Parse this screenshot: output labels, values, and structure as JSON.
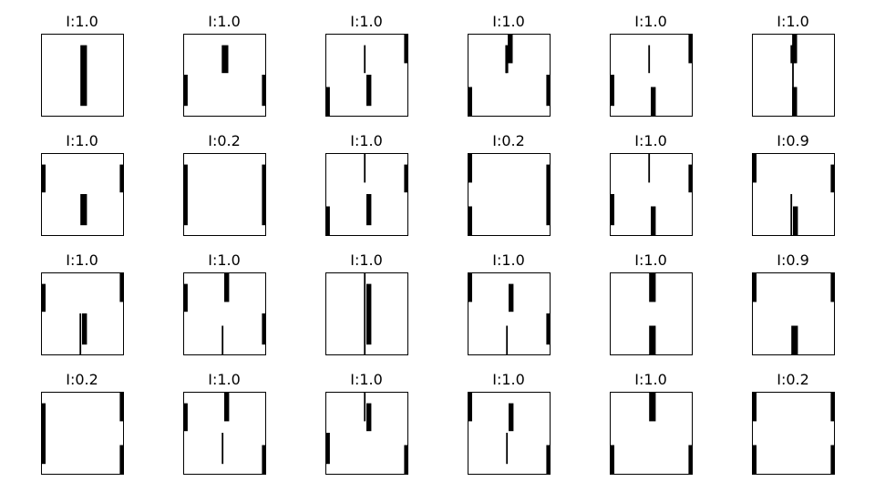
{
  "chart_data": {
    "type": "grid",
    "rows": 4,
    "cols": 6,
    "panel_range": {
      "x": [
        0,
        1
      ],
      "y": [
        0,
        1
      ]
    },
    "axis_ticks": false,
    "colors": {
      "bar": "#000000",
      "frame": "#000000",
      "background": "#ffffff"
    },
    "panels": [
      {
        "title": "I:1.0",
        "bars": [
          {
            "x": 0.52,
            "w": 0.08,
            "y0": 0.12,
            "y1": 0.86
          }
        ]
      },
      {
        "title": "I:1.0",
        "bars": [
          {
            "x": 0.51,
            "w": 0.08,
            "y0": 0.52,
            "y1": 0.86
          },
          {
            "x": 0.03,
            "w": 0.05,
            "y0": 0.12,
            "y1": 0.5
          },
          {
            "x": 0.98,
            "w": 0.04,
            "y0": 0.12,
            "y1": 0.5
          }
        ]
      },
      {
        "title": "I:1.0",
        "bars": [
          {
            "x": 0.48,
            "w": 0.02,
            "y0": 0.52,
            "y1": 0.86
          },
          {
            "x": 0.53,
            "w": 0.06,
            "y0": 0.12,
            "y1": 0.5
          },
          {
            "x": 0.03,
            "w": 0.05,
            "y0": 0.0,
            "y1": 0.35
          },
          {
            "x": 0.98,
            "w": 0.04,
            "y0": 0.64,
            "y1": 1.0
          }
        ]
      },
      {
        "title": "I:1.0",
        "bars": [
          {
            "x": 0.52,
            "w": 0.06,
            "y0": 0.64,
            "y1": 1.0
          },
          {
            "x": 0.48,
            "w": 0.03,
            "y0": 0.52,
            "y1": 0.86
          },
          {
            "x": 0.47,
            "w": 0.02,
            "y0": 0.52,
            "y1": 0.86
          },
          {
            "x": 0.03,
            "w": 0.05,
            "y0": 0.0,
            "y1": 0.35
          },
          {
            "x": 0.98,
            "w": 0.04,
            "y0": 0.12,
            "y1": 0.5
          }
        ]
      },
      {
        "title": "I:1.0",
        "bars": [
          {
            "x": 0.48,
            "w": 0.02,
            "y0": 0.52,
            "y1": 0.86
          },
          {
            "x": 0.53,
            "w": 0.06,
            "y0": 0.0,
            "y1": 0.35
          },
          {
            "x": 0.03,
            "w": 0.05,
            "y0": 0.12,
            "y1": 0.5
          },
          {
            "x": 0.98,
            "w": 0.04,
            "y0": 0.64,
            "y1": 1.0
          }
        ]
      },
      {
        "title": "I:1.0",
        "bars": [
          {
            "x": 0.52,
            "w": 0.06,
            "y0": 0.64,
            "y1": 1.0
          },
          {
            "x": 0.5,
            "w": 0.06,
            "y0": 0.64,
            "y1": 0.86
          },
          {
            "x": 0.5,
            "w": 0.02,
            "y0": 0.0,
            "y1": 0.86
          },
          {
            "x": 0.52,
            "w": 0.06,
            "y0": 0.0,
            "y1": 0.35
          }
        ]
      },
      {
        "title": "I:1.0",
        "bars": [
          {
            "x": 0.03,
            "w": 0.05,
            "y0": 0.52,
            "y1": 0.86
          },
          {
            "x": 0.98,
            "w": 0.04,
            "y0": 0.52,
            "y1": 0.86
          },
          {
            "x": 0.52,
            "w": 0.08,
            "y0": 0.12,
            "y1": 0.5
          }
        ]
      },
      {
        "title": "I:0.2",
        "bars": [
          {
            "x": 0.03,
            "w": 0.05,
            "y0": 0.12,
            "y1": 0.86
          },
          {
            "x": 0.98,
            "w": 0.04,
            "y0": 0.12,
            "y1": 0.86
          }
        ]
      },
      {
        "title": "I:1.0",
        "bars": [
          {
            "x": 0.48,
            "w": 0.02,
            "y0": 0.64,
            "y1": 1.0
          },
          {
            "x": 0.98,
            "w": 0.04,
            "y0": 0.52,
            "y1": 0.86
          },
          {
            "x": 0.53,
            "w": 0.06,
            "y0": 0.12,
            "y1": 0.5
          },
          {
            "x": 0.03,
            "w": 0.05,
            "y0": 0.0,
            "y1": 0.35
          }
        ]
      },
      {
        "title": "I:0.2",
        "bars": [
          {
            "x": 0.03,
            "w": 0.05,
            "y0": 0.64,
            "y1": 1.0
          },
          {
            "x": 0.98,
            "w": 0.04,
            "y0": 0.12,
            "y1": 0.86
          },
          {
            "x": 0.03,
            "w": 0.05,
            "y0": 0.0,
            "y1": 0.35
          }
        ]
      },
      {
        "title": "I:1.0",
        "bars": [
          {
            "x": 0.48,
            "w": 0.02,
            "y0": 0.64,
            "y1": 1.0
          },
          {
            "x": 0.98,
            "w": 0.04,
            "y0": 0.52,
            "y1": 0.86
          },
          {
            "x": 0.03,
            "w": 0.05,
            "y0": 0.12,
            "y1": 0.5
          },
          {
            "x": 0.53,
            "w": 0.06,
            "y0": 0.0,
            "y1": 0.35
          }
        ]
      },
      {
        "title": "I:0.9",
        "bars": [
          {
            "x": 0.03,
            "w": 0.05,
            "y0": 0.64,
            "y1": 1.0
          },
          {
            "x": 0.98,
            "w": 0.04,
            "y0": 0.52,
            "y1": 0.86
          },
          {
            "x": 0.48,
            "w": 0.02,
            "y0": 0.0,
            "y1": 0.5
          },
          {
            "x": 0.53,
            "w": 0.06,
            "y0": 0.0,
            "y1": 0.35
          }
        ]
      },
      {
        "title": "I:1.0",
        "bars": [
          {
            "x": 0.03,
            "w": 0.05,
            "y0": 0.52,
            "y1": 0.86
          },
          {
            "x": 0.98,
            "w": 0.04,
            "y0": 0.64,
            "y1": 1.0
          },
          {
            "x": 0.53,
            "w": 0.06,
            "y0": 0.12,
            "y1": 0.5
          },
          {
            "x": 0.48,
            "w": 0.02,
            "y0": 0.0,
            "y1": 0.5
          }
        ]
      },
      {
        "title": "I:1.0",
        "bars": [
          {
            "x": 0.53,
            "w": 0.06,
            "y0": 0.64,
            "y1": 1.0
          },
          {
            "x": 0.03,
            "w": 0.05,
            "y0": 0.52,
            "y1": 0.86
          },
          {
            "x": 0.98,
            "w": 0.04,
            "y0": 0.12,
            "y1": 0.5
          },
          {
            "x": 0.48,
            "w": 0.02,
            "y0": 0.0,
            "y1": 0.35
          }
        ]
      },
      {
        "title": "I:1.0",
        "bars": [
          {
            "x": 0.48,
            "w": 0.02,
            "y0": 0.0,
            "y1": 1.0
          },
          {
            "x": 0.53,
            "w": 0.06,
            "y0": 0.12,
            "y1": 0.86
          }
        ]
      },
      {
        "title": "I:1.0",
        "bars": [
          {
            "x": 0.03,
            "w": 0.05,
            "y0": 0.64,
            "y1": 1.0
          },
          {
            "x": 0.53,
            "w": 0.06,
            "y0": 0.52,
            "y1": 0.86
          },
          {
            "x": 0.98,
            "w": 0.04,
            "y0": 0.12,
            "y1": 0.5
          },
          {
            "x": 0.48,
            "w": 0.02,
            "y0": 0.0,
            "y1": 0.35
          }
        ]
      },
      {
        "title": "I:1.0",
        "bars": [
          {
            "x": 0.52,
            "w": 0.08,
            "y0": 0.64,
            "y1": 1.0
          },
          {
            "x": 0.52,
            "w": 0.08,
            "y0": 0.0,
            "y1": 0.35
          }
        ]
      },
      {
        "title": "I:0.9",
        "bars": [
          {
            "x": 0.03,
            "w": 0.05,
            "y0": 0.64,
            "y1": 1.0
          },
          {
            "x": 0.98,
            "w": 0.04,
            "y0": 0.64,
            "y1": 1.0
          },
          {
            "x": 0.52,
            "w": 0.08,
            "y0": 0.0,
            "y1": 0.35
          }
        ]
      },
      {
        "title": "I:0.2",
        "bars": [
          {
            "x": 0.03,
            "w": 0.05,
            "y0": 0.12,
            "y1": 0.86
          },
          {
            "x": 0.98,
            "w": 0.04,
            "y0": 0.64,
            "y1": 1.0
          },
          {
            "x": 0.98,
            "w": 0.04,
            "y0": 0.0,
            "y1": 0.35
          }
        ]
      },
      {
        "title": "I:1.0",
        "bars": [
          {
            "x": 0.53,
            "w": 0.06,
            "y0": 0.64,
            "y1": 1.0
          },
          {
            "x": 0.03,
            "w": 0.05,
            "y0": 0.52,
            "y1": 0.86
          },
          {
            "x": 0.48,
            "w": 0.02,
            "y0": 0.12,
            "y1": 0.5
          },
          {
            "x": 0.98,
            "w": 0.04,
            "y0": 0.0,
            "y1": 0.35
          }
        ]
      },
      {
        "title": "I:1.0",
        "bars": [
          {
            "x": 0.48,
            "w": 0.02,
            "y0": 0.64,
            "y1": 1.0
          },
          {
            "x": 0.53,
            "w": 0.06,
            "y0": 0.52,
            "y1": 0.86
          },
          {
            "x": 0.03,
            "w": 0.05,
            "y0": 0.12,
            "y1": 0.5
          },
          {
            "x": 0.98,
            "w": 0.04,
            "y0": 0.0,
            "y1": 0.35
          }
        ]
      },
      {
        "title": "I:1.0",
        "bars": [
          {
            "x": 0.03,
            "w": 0.05,
            "y0": 0.64,
            "y1": 1.0
          },
          {
            "x": 0.53,
            "w": 0.06,
            "y0": 0.52,
            "y1": 0.86
          },
          {
            "x": 0.48,
            "w": 0.02,
            "y0": 0.12,
            "y1": 0.5
          },
          {
            "x": 0.98,
            "w": 0.04,
            "y0": 0.0,
            "y1": 0.35
          }
        ]
      },
      {
        "title": "I:1.0",
        "bars": [
          {
            "x": 0.52,
            "w": 0.08,
            "y0": 0.64,
            "y1": 1.0
          },
          {
            "x": 0.03,
            "w": 0.05,
            "y0": 0.0,
            "y1": 0.35
          },
          {
            "x": 0.98,
            "w": 0.04,
            "y0": 0.0,
            "y1": 0.35
          }
        ]
      },
      {
        "title": "I:0.2",
        "bars": [
          {
            "x": 0.03,
            "w": 0.05,
            "y0": 0.64,
            "y1": 1.0
          },
          {
            "x": 0.98,
            "w": 0.04,
            "y0": 0.64,
            "y1": 1.0
          },
          {
            "x": 0.03,
            "w": 0.05,
            "y0": 0.0,
            "y1": 0.35
          },
          {
            "x": 0.98,
            "w": 0.04,
            "y0": 0.0,
            "y1": 0.35
          }
        ]
      }
    ]
  }
}
